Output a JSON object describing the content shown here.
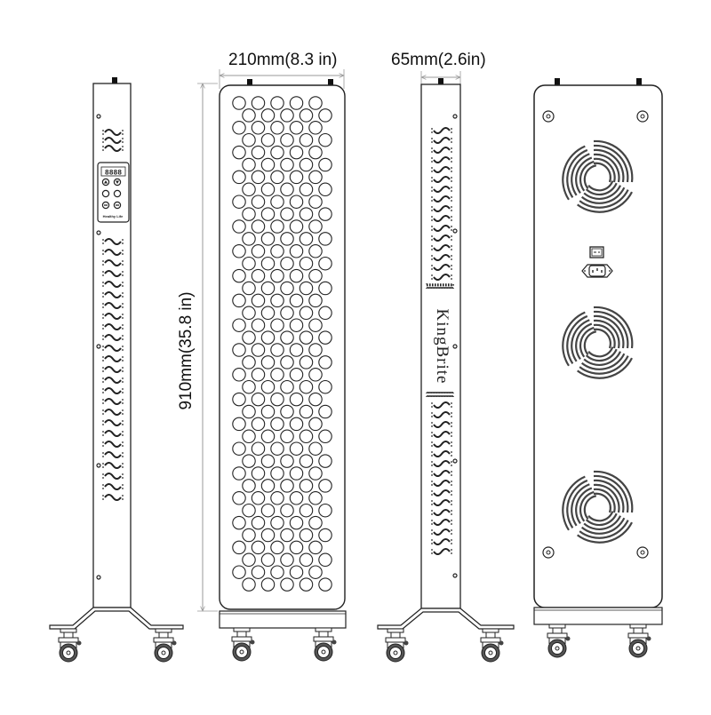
{
  "dimensions": {
    "width_label": "210mm(8.3 in)",
    "depth_label": "65mm(2.6in)",
    "height_label": "910mm(35.8 in)"
  },
  "views": [
    {
      "name": "left-side-view",
      "features": [
        "control-panel",
        "vent-waves",
        "stand",
        "casters"
      ]
    },
    {
      "name": "front-view",
      "features": [
        "led-array",
        "base",
        "casters"
      ]
    },
    {
      "name": "right-side-view",
      "features": [
        "brand-text",
        "vent-waves",
        "stand",
        "casters"
      ]
    },
    {
      "name": "back-view",
      "features": [
        "fans",
        "power-switch",
        "power-socket",
        "screws",
        "base",
        "casters"
      ]
    }
  ],
  "control_panel": {
    "display": "8888",
    "buttons": [
      "up",
      "down",
      "power",
      "mode",
      "minus",
      "minus"
    ],
    "label": "Healthy Life"
  },
  "brand_text": "KingBrite",
  "led_array": {
    "rows": 40,
    "per_row": 5,
    "offset_alternate": true
  },
  "fans": {
    "count": 3
  },
  "colors": {
    "line": "#222222",
    "dimension_line": "#999999",
    "background": "#ffffff"
  }
}
